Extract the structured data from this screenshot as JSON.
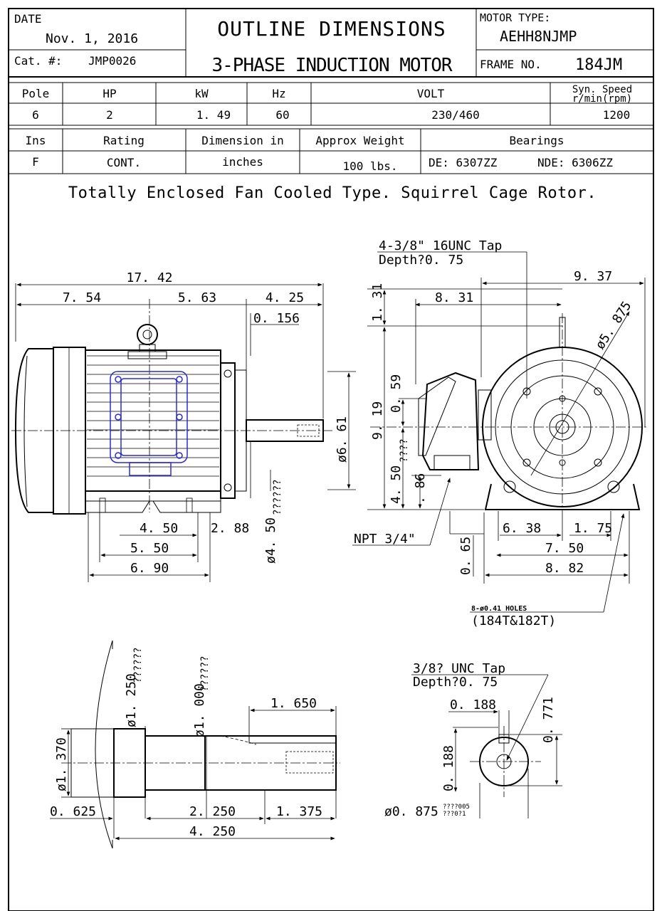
{
  "header": {
    "date_label": "DATE",
    "date_value": "Nov. 1, 2016",
    "cat_label": "Cat. #:",
    "cat_value": "JMP0026",
    "title_line1": "OUTLINE DIMENSIONS",
    "title_line2": "3-PHASE INDUCTION MOTOR",
    "motor_type_label": "MOTOR TYPE:",
    "motor_type_value": "AEHH8NJMP",
    "frame_label": "FRAME NO.",
    "frame_value": "184JM"
  },
  "specs1": {
    "headers": [
      "Pole",
      "HP",
      "kW",
      "Hz",
      "VOLT",
      "Syn. Speed",
      "r/min(rpm)"
    ],
    "values": [
      "6",
      "2",
      "1. 49",
      "60",
      "230/460",
      "1200"
    ]
  },
  "specs2": {
    "headers": [
      "Ins",
      "Rating",
      "Dimension in",
      "Approx Weight",
      "Bearings"
    ],
    "values": [
      "F",
      "CONT.",
      "inches",
      "100 lbs.",
      "DE: 6307ZZ",
      "NDE: 6306ZZ"
    ]
  },
  "description": "Totally Enclosed Fan Cooled Type. Squirrel Cage Rotor.",
  "side_view": {
    "overall": "17. 42",
    "d1": "7. 54",
    "d2": "5. 63",
    "d3": "4. 25",
    "d4": "0. 156",
    "shaft_dia": "ø6. 61",
    "foot_a": "4. 50",
    "foot_b": "2. 88",
    "foot_c": "5. 50",
    "foot_d": "6. 90",
    "pilot_dia": "ø4. 50",
    "pilot_tol": "??????"
  },
  "end_view": {
    "tap": "4-3/8\" 16UNC Tap",
    "tap_depth": "Depth?0. 75",
    "width": "9. 37",
    "d_8_31": "8. 31",
    "d_1_31": "1. 31",
    "bolt_circle": "ø5. 875",
    "height": "9. 19",
    "d_0_59": "0. 59",
    "shaft_height": "4. 50",
    "shaft_height_tol": "????",
    "d_86": ". 86",
    "npt": "NPT 3/4\"",
    "d_0_65": "0. 65",
    "d_6_38": "6. 38",
    "d_1_75": "1. 75",
    "d_7_50": "7. 50",
    "d_8_82": "8. 82",
    "holes_note": "8-ø0.41 HOLES",
    "holes_frames": "(184T&182T)"
  },
  "shaft_detail": {
    "dia_1_250": "ø1. 250",
    "dia_1_250_tol": "??????",
    "dia_1_000": "ø1. 000",
    "dia_1_000_tol": "??????",
    "dia_1_370": "ø1. 370",
    "len_1_650": "1. 650",
    "len_0_625": "0. 625",
    "len_2_250": "2. 250",
    "len_1_375": "1. 375",
    "len_4_250": "4. 250"
  },
  "shaft_end": {
    "tap": "3/8? UNC Tap",
    "tap_depth": "Depth?0. 75",
    "d_0_188": "0. 188",
    "d_0_771": "0. 771",
    "d_0_188_v": "0. 188",
    "dia": "ø0. 875",
    "dia_tol_top": "????005",
    "dia_tol_bot": "???0?1"
  },
  "colors": {
    "line": "#000000",
    "terminal_box": "#2a2ad8"
  }
}
